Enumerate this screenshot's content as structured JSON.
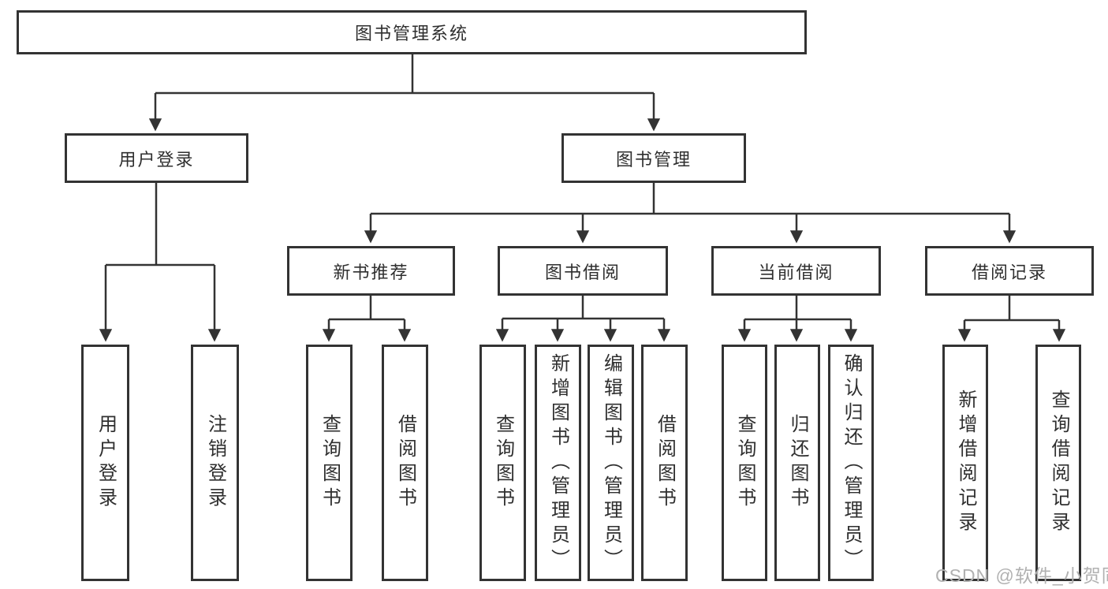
{
  "tree": {
    "label": "图书管理系统",
    "children": [
      {
        "label": "用户登录",
        "children": [
          {
            "label": "用户登录"
          },
          {
            "label": "注销登录"
          }
        ]
      },
      {
        "label": "图书管理",
        "children": [
          {
            "label": "新书推荐",
            "children": [
              {
                "label": "查询图书"
              },
              {
                "label": "借阅图书"
              }
            ]
          },
          {
            "label": "图书借阅",
            "children": [
              {
                "label": "查询图书"
              },
              {
                "label": "新增图书（管理员）"
              },
              {
                "label": "编辑图书（管理员）"
              },
              {
                "label": "借阅图书"
              }
            ]
          },
          {
            "label": "当前借阅",
            "children": [
              {
                "label": "查询图书"
              },
              {
                "label": "归还图书"
              },
              {
                "label": "确认归还（管理员）"
              }
            ]
          },
          {
            "label": "借阅记录",
            "children": [
              {
                "label": "新增借阅记录"
              },
              {
                "label": "查询借阅记录"
              }
            ]
          }
        ]
      }
    ]
  },
  "watermark": "CSDN @软件_小贺同学",
  "colors": {
    "line": "#333333",
    "box_border": "#333333",
    "text": "#2f2f2f",
    "watermark": "#b1b1b1",
    "background": "#ffffff"
  }
}
